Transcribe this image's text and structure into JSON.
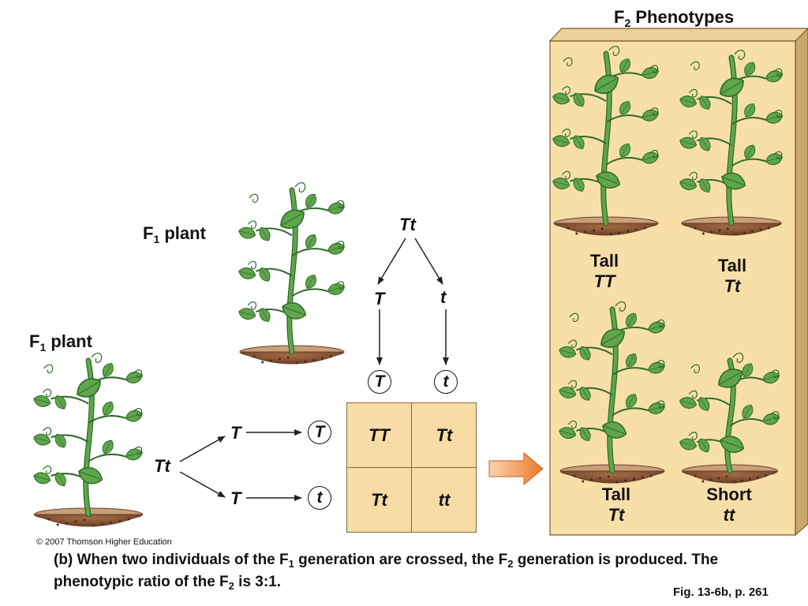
{
  "f2_title": {
    "main": "F",
    "sub": "2",
    "rest": " Phenotypes"
  },
  "f1_plant_upper": {
    "main": "F",
    "sub": "1",
    "rest": " plant"
  },
  "f1_plant_lower": {
    "main": "F",
    "sub": "1",
    "rest": " plant"
  },
  "cross_top": {
    "parent": "Tt",
    "gamete_left": "T",
    "gamete_right": "t",
    "circle_left": "T",
    "circle_right": "t"
  },
  "cross_left": {
    "parent": "Tt",
    "gamete_top": "T",
    "gamete_bottom": "T",
    "circle_top": "T",
    "circle_bottom": "t"
  },
  "punnett": [
    "TT",
    "Tt",
    "Tt",
    "tt"
  ],
  "phenotypes": [
    {
      "pheno": "Tall",
      "geno": "TT"
    },
    {
      "pheno": "Tall",
      "geno": "Tt"
    },
    {
      "pheno": "Tall",
      "geno": "Tt"
    },
    {
      "pheno": "Short",
      "geno": "tt"
    }
  ],
  "copyright": "© 2007 Thomson Higher Education",
  "caption": {
    "p1": "(b) When two individuals of the F",
    "s1": "1",
    "p2": " generation are crossed, the F",
    "s2": "2",
    "p3": " generation is produced. The phenotypic ratio of the F",
    "s3": "2",
    "p4": " is 3:1."
  },
  "figref": "Fig. 13-6b, p. 261",
  "colors": {
    "panel": "#f8dfa8",
    "panel_top": "#e9c98c",
    "panel_side": "#c9a86a",
    "leaf": "#5fa64b",
    "leaf_dark": "#2f6b2a",
    "soil": "#8b5a3c",
    "arrow": "#f08a3c"
  }
}
